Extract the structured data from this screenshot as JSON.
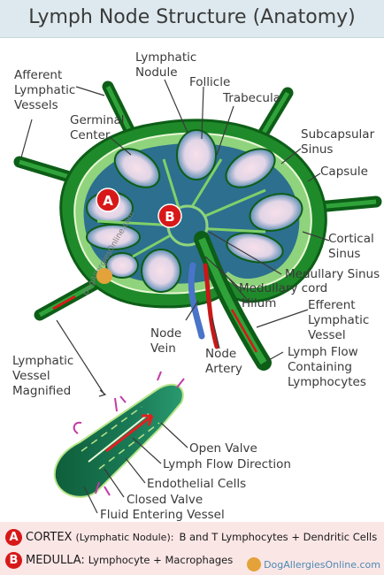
{
  "title": "Lymph Node Structure (Anatomy)",
  "labels": {
    "afferent": "Afferent\nLymphatic\nVessels",
    "lymphatic_nodule": "Lymphatic\nNodule",
    "follicle": "Follicle",
    "trabecula": "Trabecula",
    "germinal_center": "Germinal\nCenter",
    "subcapsular_sinus": "Subcapsular\nSinus",
    "capsule": "Capsule",
    "cortical_sinus": "Cortical\nSinus",
    "medullary_sinus": "Medullary Sinus",
    "medullary_cord": "Medullary cord",
    "hilum": "Hilum",
    "efferent": "Efferent\nLymphatic\nVessel",
    "node_vein": "Node\nVein",
    "node_artery": "Node\nArtery",
    "lymph_flow": "Lymph Flow\nContaining\nLymphocytes",
    "lymphatic_vessel_magnified": "Lymphatic\nVessel\nMagnified",
    "open_valve": "Open Valve",
    "lymph_flow_direction": "Lymph Flow Direction",
    "endothelial_cells": "Endothelial Cells",
    "closed_valve": "Closed Valve",
    "fluid_entering": "Fluid Entering Vessel"
  },
  "markers": {
    "a": "A",
    "b": "B"
  },
  "legend": {
    "a_key": "CORTEX",
    "a_sub": "(Lymphatic Nodule):",
    "a_desc": "B and T Lymphocytes + Dendritic Cells",
    "b_key": "MEDULLA:",
    "b_desc": "Lymphocyte + Macrophages"
  },
  "brand": "DogAllergiesOnline.com",
  "watermark": "DogAllergiesOnline.com",
  "colors": {
    "capsule_green": "#1f8a2a",
    "dark_green": "#0d5e17",
    "nodule_blue": "#3f7eaa",
    "nodule_pink": "#f4dbe6",
    "accent_red": "#d81818",
    "vein_blue": "#4a74c9",
    "legend_bg": "#fbe6e6"
  }
}
